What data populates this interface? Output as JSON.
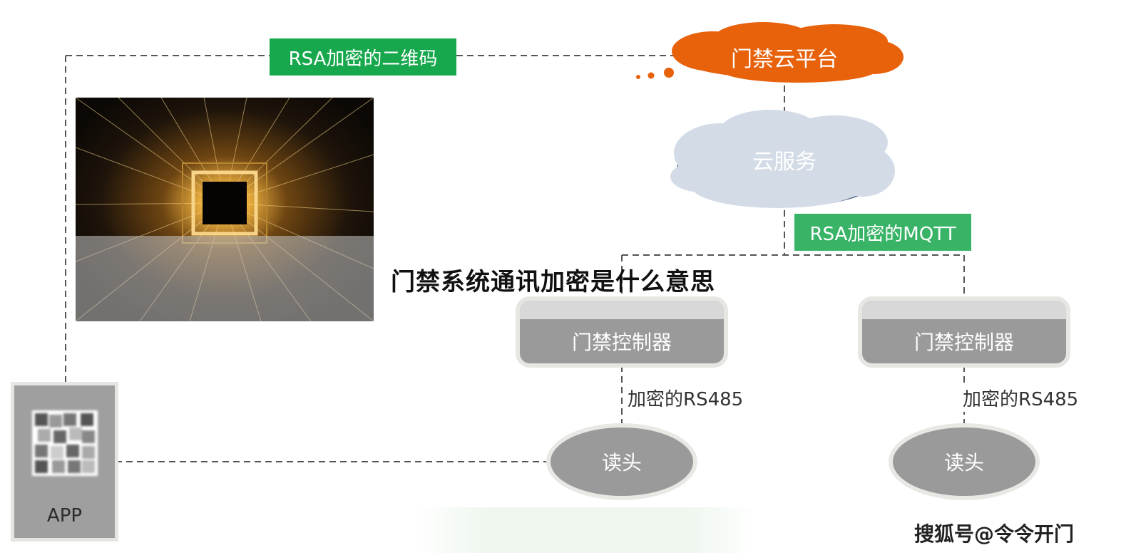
{
  "labels": {
    "qr_channel": "RSA加密的二维码",
    "cloud_platform": "门禁云平台",
    "cloud_service": "云服务",
    "mqtt_channel": "RSA加密的MQTT",
    "headline": "门禁系统通讯加密是什么意思",
    "controller_left": "门禁控制器",
    "controller_right": "门禁控制器",
    "rs485_left": "加密的RS485",
    "rs485_right": "加密的RS485",
    "reader_left": "读头",
    "reader_right": "读头",
    "app": "APP",
    "watermark": "搜狐号@令令开门"
  },
  "colors": {
    "green": "#17a84d",
    "orange": "#e8610b",
    "cloud_blue": "#d3dbe6",
    "gray_node": "#9a9a9a",
    "dashed_line": "#555555"
  },
  "icons": {
    "qr_code": "blurred-qr-code",
    "photo": "digital-tunnel-image"
  }
}
